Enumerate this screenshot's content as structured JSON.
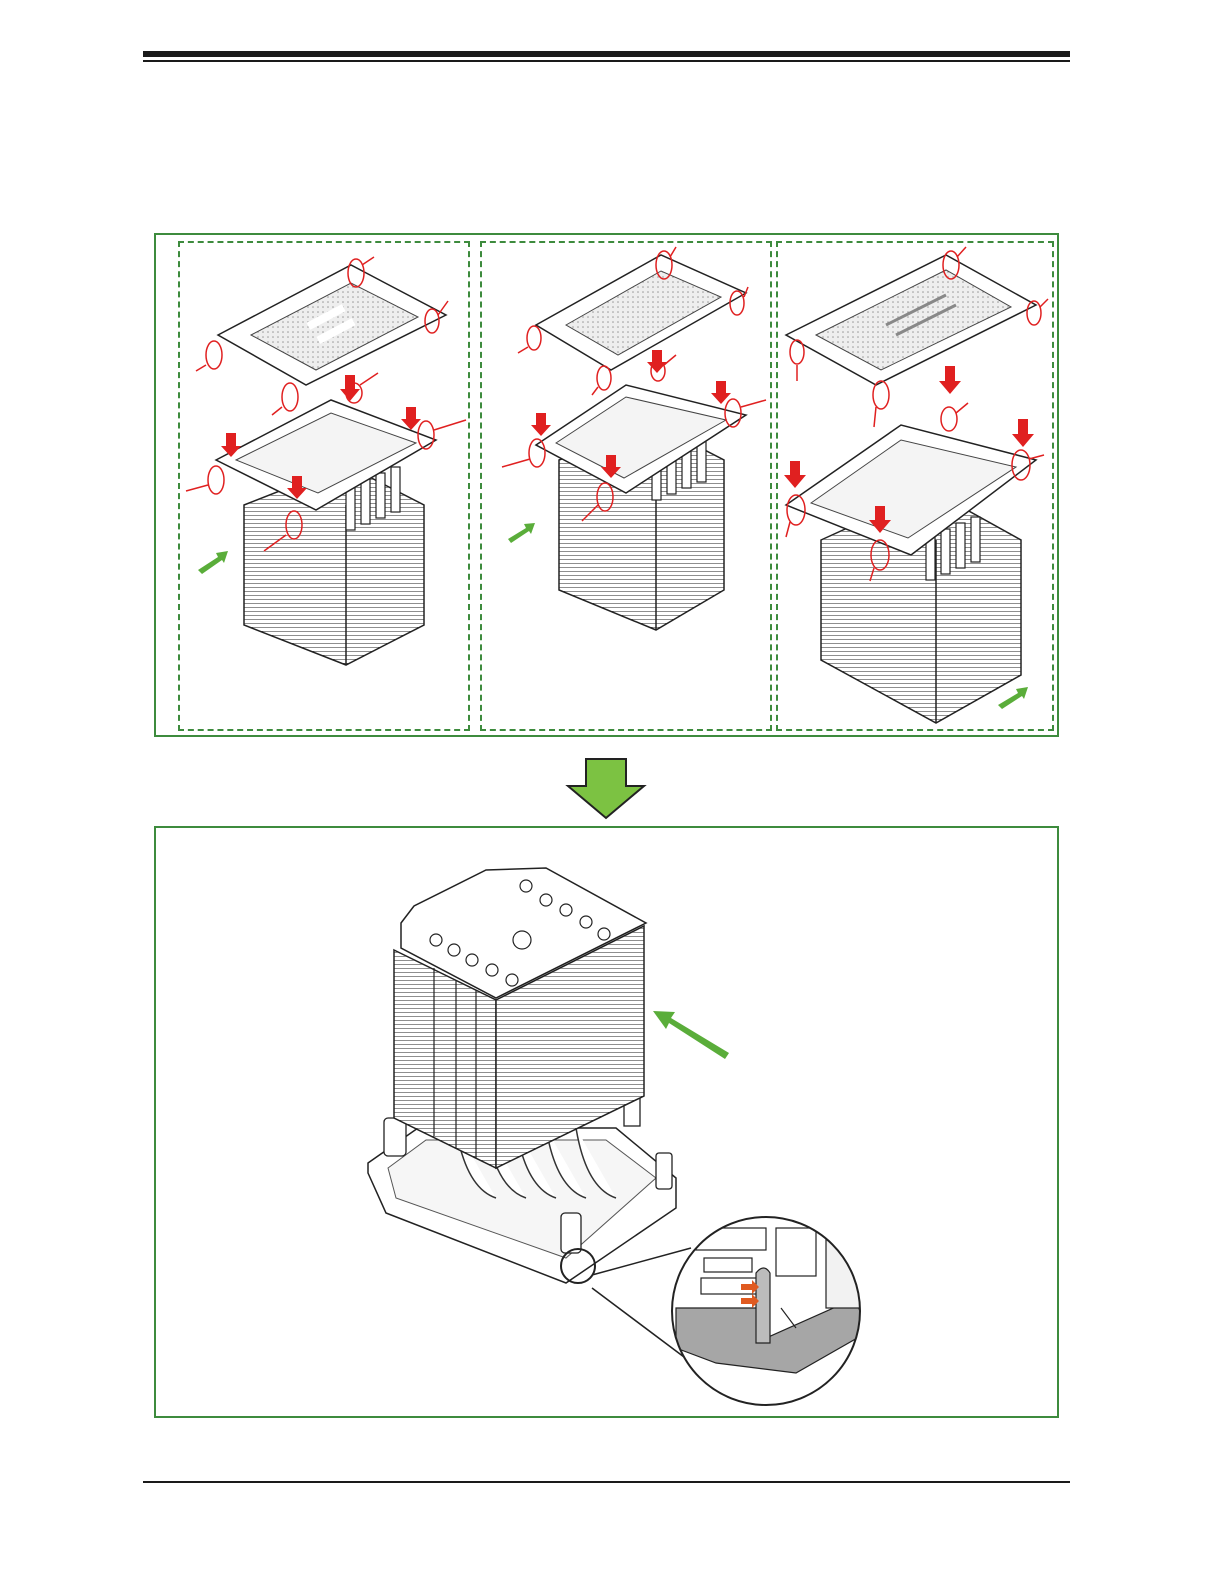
{
  "page": {
    "accent_green": "#3d8b3d",
    "arrow_green": "#7cc242",
    "marker_red": "#e02020"
  },
  "figure": {
    "steps": [
      {
        "heatsink_present": true,
        "insert_arrow": "bottom-left"
      },
      {
        "heatsink_present": true,
        "insert_arrow": "bottom-left"
      },
      {
        "heatsink_present": true,
        "insert_arrow": "bottom-right"
      }
    ],
    "result": {
      "insert_arrow": "upper-right",
      "detail_callout": "latch-zoom"
    }
  }
}
